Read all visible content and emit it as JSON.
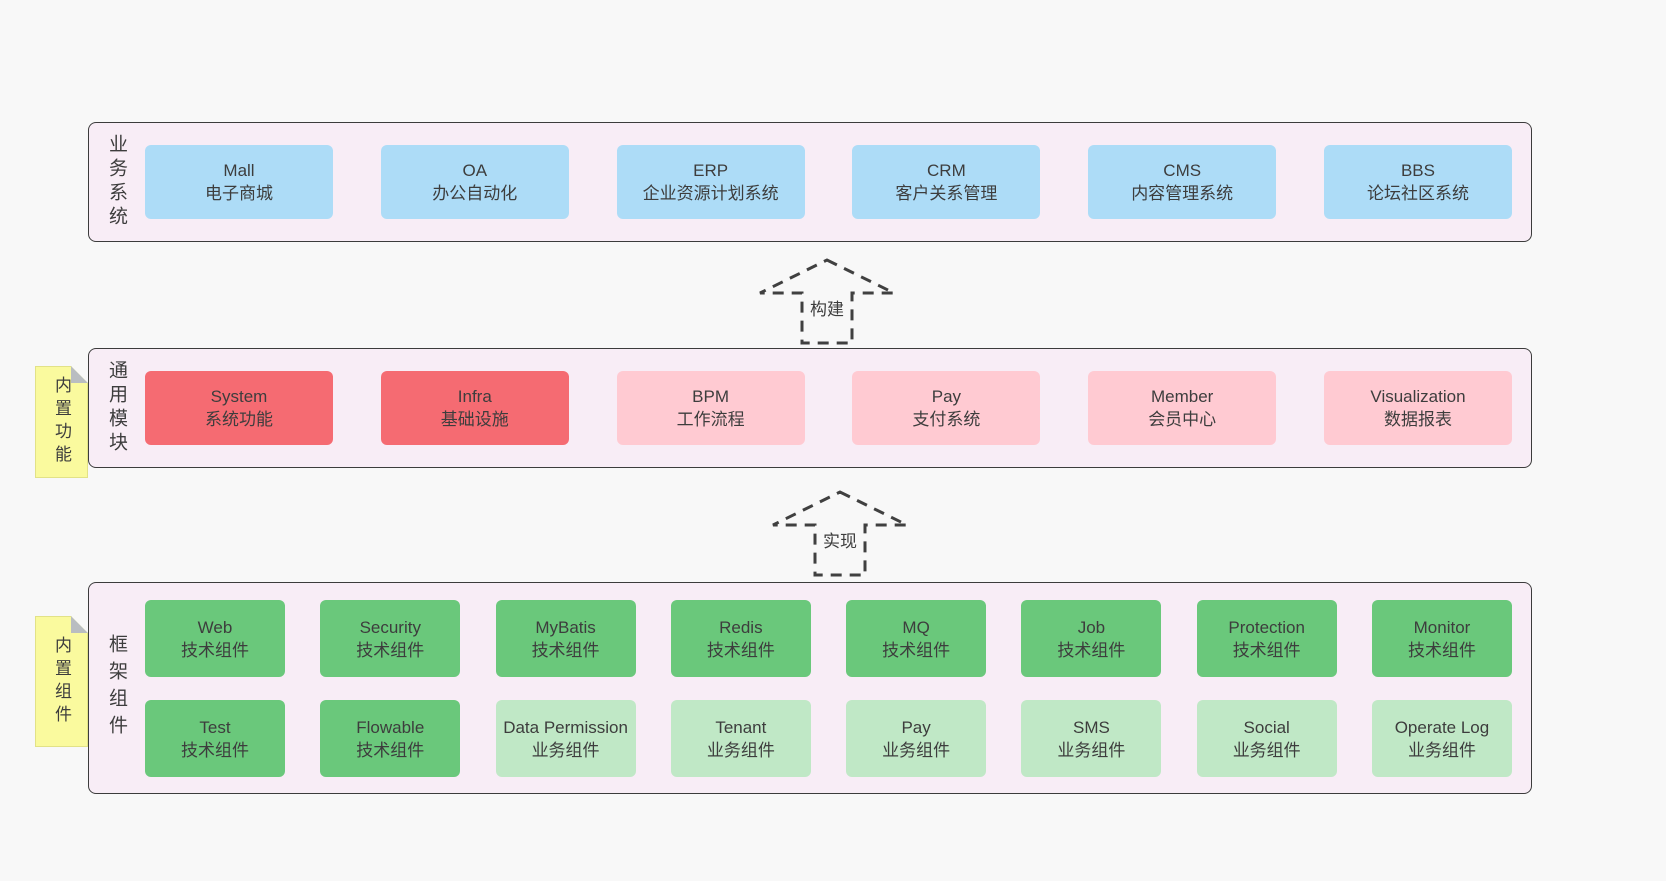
{
  "colors": {
    "page_bg": "#f8f8f8",
    "layer_bg": "#f8edf6",
    "layer_border": "#3c3c3c",
    "blue_box": "#addcf7",
    "red_box": "#f56b72",
    "pink_box": "#ffcad2",
    "green_box": "#6ac87b",
    "light_green_box": "#c0e8c6",
    "sticky_yellow": "#fafa9e",
    "sticky_fold_gray": "#b9bdc1",
    "text": "#3d3d3d"
  },
  "layers": {
    "business": {
      "label": "业务系统",
      "boxes": [
        {
          "name": "Mall",
          "desc": "电子商城",
          "variant": "blue"
        },
        {
          "name": "OA",
          "desc": "办公自动化",
          "variant": "blue"
        },
        {
          "name": "ERP",
          "desc": "企业资源计划系统",
          "variant": "blue"
        },
        {
          "name": "CRM",
          "desc": "客户关系管理",
          "variant": "blue"
        },
        {
          "name": "CMS",
          "desc": "内容管理系统",
          "variant": "blue"
        },
        {
          "name": "BBS",
          "desc": "论坛社区系统",
          "variant": "blue"
        }
      ]
    },
    "modules": {
      "label": "通用模块",
      "sticky": "内置功能",
      "boxes": [
        {
          "name": "System",
          "desc": "系统功能",
          "variant": "red"
        },
        {
          "name": "Infra",
          "desc": "基础设施",
          "variant": "red"
        },
        {
          "name": "BPM",
          "desc": "工作流程",
          "variant": "pink"
        },
        {
          "name": "Pay",
          "desc": "支付系统",
          "variant": "pink"
        },
        {
          "name": "Member",
          "desc": "会员中心",
          "variant": "pink"
        },
        {
          "name": "Visualization",
          "desc": "数据报表",
          "variant": "pink"
        }
      ]
    },
    "framework": {
      "label": "框架组件",
      "sticky": "内置组件",
      "row1": [
        {
          "name": "Web",
          "desc": "技术组件",
          "variant": "green"
        },
        {
          "name": "Security",
          "desc": "技术组件",
          "variant": "green"
        },
        {
          "name": "MyBatis",
          "desc": "技术组件",
          "variant": "green"
        },
        {
          "name": "Redis",
          "desc": "技术组件",
          "variant": "green"
        },
        {
          "name": "MQ",
          "desc": "技术组件",
          "variant": "green"
        },
        {
          "name": "Job",
          "desc": "技术组件",
          "variant": "green"
        },
        {
          "name": "Protection",
          "desc": "技术组件",
          "variant": "green"
        },
        {
          "name": "Monitor",
          "desc": "技术组件",
          "variant": "green"
        }
      ],
      "row2": [
        {
          "name": "Test",
          "desc": "技术组件",
          "variant": "green"
        },
        {
          "name": "Flowable",
          "desc": "技术组件",
          "variant": "green"
        },
        {
          "name": "Data Permission",
          "desc": "业务组件",
          "variant": "lightgreen"
        },
        {
          "name": "Tenant",
          "desc": "业务组件",
          "variant": "lightgreen"
        },
        {
          "name": "Pay",
          "desc": "业务组件",
          "variant": "lightgreen"
        },
        {
          "name": "SMS",
          "desc": "业务组件",
          "variant": "lightgreen"
        },
        {
          "name": "Social",
          "desc": "业务组件",
          "variant": "lightgreen"
        },
        {
          "name": "Operate Log",
          "desc": "业务组件",
          "variant": "lightgreen"
        }
      ]
    }
  },
  "arrows": {
    "build": {
      "label": "构建"
    },
    "implement": {
      "label": "实现"
    }
  }
}
